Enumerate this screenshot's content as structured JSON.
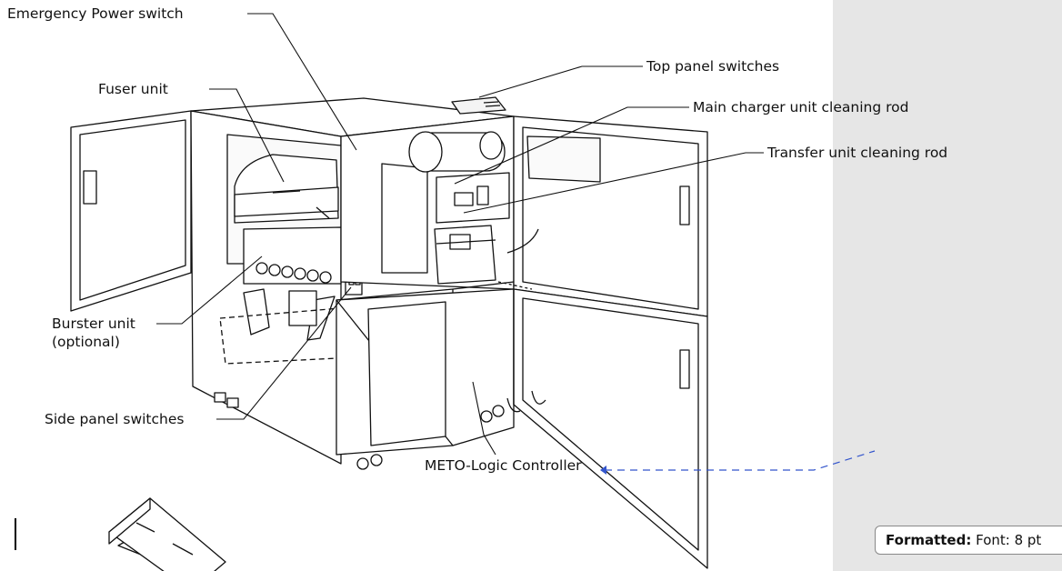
{
  "labels": {
    "emergency_power_switch": "Emergency Power switch",
    "fuser_unit": "Fuser unit",
    "top_panel_switches": "Top panel switches",
    "main_charger_rod": "Main charger unit cleaning rod",
    "transfer_rod": "Transfer unit cleaning rod",
    "burster_unit": "Burster unit",
    "burster_optional": "(optional)",
    "side_panel_switches": "Side panel switches",
    "meto_controller": "METO-Logic Controller"
  },
  "comment": {
    "label": "Formatted:",
    "detail": " Font: 8 pt"
  },
  "colors": {
    "markup_pane": "#e6e6e6",
    "comment_link": "#3355cc",
    "line_art": "#111111"
  }
}
